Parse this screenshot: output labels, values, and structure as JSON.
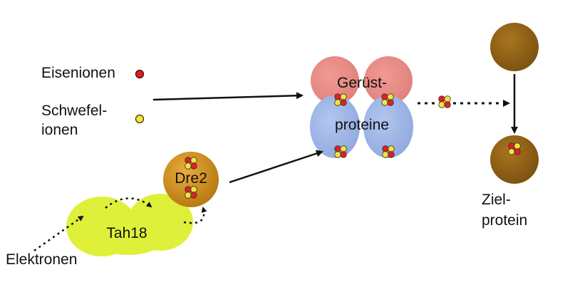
{
  "labels": {
    "iron_ions": "Eisenionen",
    "sulfur_ions_line1": "Schwefel-",
    "sulfur_ions_line2": "ionen",
    "electrons": "Elektronen",
    "target_protein_line1": "Ziel-",
    "target_protein_line2": "protein",
    "tah18": "Tah18",
    "dre2": "Dre2",
    "scaffold_line1": "Gerüst-",
    "scaffold_line2": "proteine"
  },
  "colors": {
    "iron": "#e02020",
    "sulfur": "#f5e23a",
    "scaffold_top": "#e88a86",
    "scaffold_bottom": "#9fb6e4",
    "dre2": "#c98a1c",
    "target": "#8c5f16",
    "tah18": "#dff03a"
  }
}
